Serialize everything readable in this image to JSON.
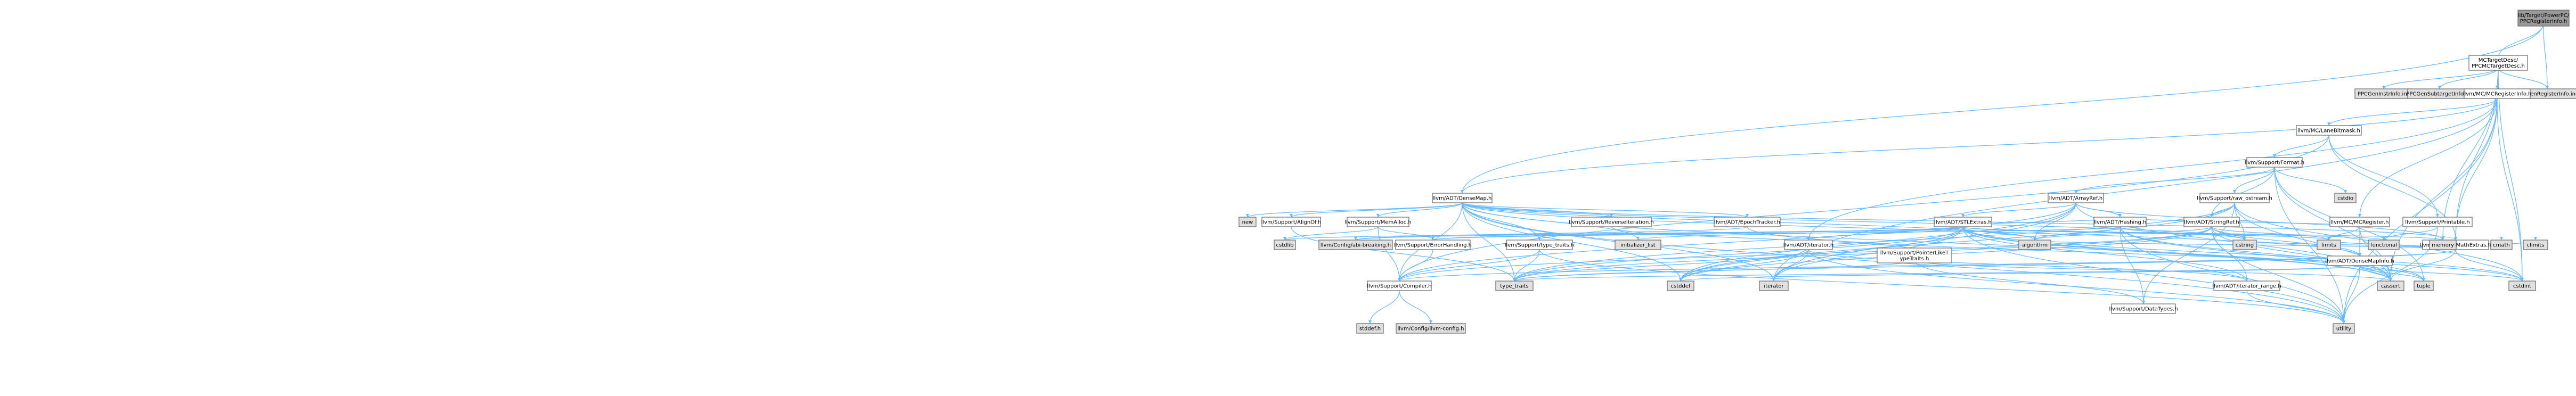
{
  "colors": {
    "root_fill": "#999999",
    "normal_fill": "#ffffff",
    "external_fill": "#e0e0e0",
    "highlighted_border": "#ff0000",
    "edge": "#63b8ff",
    "border": "#666666"
  },
  "nodes": [
    {
      "id": "root",
      "label": "lib/Target/PowerPC/PPCRegisterInfo.h",
      "kind": "root"
    },
    {
      "id": "mctargetdesc",
      "label": "MCTargetDesc/PPCMCTargetDesc.h",
      "kind": "normal"
    },
    {
      "id": "ppcgeninstrinfo",
      "label": "PPCGenInstrInfo.inc",
      "kind": "external"
    },
    {
      "id": "ppcgensubtarget",
      "label": "PPCGenSubtargetInfo.inc",
      "kind": "external"
    },
    {
      "id": "ppcgenregister",
      "label": "PPCGenRegisterInfo.inc",
      "kind": "external"
    },
    {
      "id": "mcregisterinfo",
      "label": "llvm/MC/MCRegisterInfo.h",
      "kind": "normal"
    },
    {
      "id": "lanebitmask",
      "label": "llvm/MC/LaneBitmask.h",
      "kind": "normal"
    },
    {
      "id": "densemap",
      "label": "llvm/ADT/DenseMap.h",
      "kind": "normal"
    },
    {
      "id": "format",
      "label": "llvm/Support/Format.h",
      "kind": "normal"
    },
    {
      "id": "cstdio",
      "label": "cstdio",
      "kind": "external"
    },
    {
      "id": "raw_ostream",
      "label": "llvm/Support/raw_ostream.h",
      "kind": "highlighted"
    },
    {
      "id": "arrayref",
      "label": "llvm/ADT/ArrayRef.h",
      "kind": "highlighted"
    },
    {
      "id": "mcregister",
      "label": "llvm/MC/MCRegister.h",
      "kind": "normal"
    },
    {
      "id": "printable",
      "label": "llvm/Support/Printable.h",
      "kind": "normal"
    },
    {
      "id": "new",
      "label": "new",
      "kind": "external"
    },
    {
      "id": "alignof",
      "label": "llvm/Support/AlignOf.h",
      "kind": "normal"
    },
    {
      "id": "memalloc",
      "label": "llvm/Support/MemAlloc.h",
      "kind": "normal"
    },
    {
      "id": "reverseiteration",
      "label": "llvm/Support/ReverseIteration.h",
      "kind": "normal"
    },
    {
      "id": "epochtracker",
      "label": "llvm/ADT/EpochTracker.h",
      "kind": "normal"
    },
    {
      "id": "stlextras",
      "label": "llvm/ADT/STLExtras.h",
      "kind": "highlighted"
    },
    {
      "id": "hashing",
      "label": "llvm/ADT/Hashing.h",
      "kind": "highlighted"
    },
    {
      "id": "stringref",
      "label": "llvm/ADT/StringRef.h",
      "kind": "highlighted"
    },
    {
      "id": "mathextras",
      "label": "llvm/Support/MathExtras.h",
      "kind": "normal"
    },
    {
      "id": "cstdlib",
      "label": "cstdlib",
      "kind": "external"
    },
    {
      "id": "configurable",
      "label": "llvm/Config/abi-breaking.h",
      "kind": "external"
    },
    {
      "id": "errorhandling",
      "label": "llvm/Support/ErrorHandling.h",
      "kind": "normal"
    },
    {
      "id": "typetraits",
      "label": "llvm/Support/type_traits.h",
      "kind": "normal"
    },
    {
      "id": "initializer_list",
      "label": "initializer_list",
      "kind": "external"
    },
    {
      "id": "iteratorh",
      "label": "llvm/ADT/iterator.h",
      "kind": "normal"
    },
    {
      "id": "pointerlike",
      "label": "llvm/Support/PointerLikeTypeTraits.h",
      "kind": "normal"
    },
    {
      "id": "algorithm",
      "label": "algorithm",
      "kind": "external"
    },
    {
      "id": "cstring",
      "label": "cstring",
      "kind": "external"
    },
    {
      "id": "limits",
      "label": "limits",
      "kind": "external"
    },
    {
      "id": "functional",
      "label": "functional",
      "kind": "external"
    },
    {
      "id": "memory",
      "label": "memory",
      "kind": "external"
    },
    {
      "id": "cmath",
      "label": "cmath",
      "kind": "external"
    },
    {
      "id": "climits",
      "label": "climits",
      "kind": "external"
    },
    {
      "id": "densemapinfo",
      "label": "llvm/ADT/DenseMapInfo.h",
      "kind": "normal"
    },
    {
      "id": "compiler",
      "label": "llvm/Support/Compiler.h",
      "kind": "normal"
    },
    {
      "id": "type_traits",
      "label": "type_traits",
      "kind": "external"
    },
    {
      "id": "cstddef",
      "label": "cstddef",
      "kind": "external"
    },
    {
      "id": "iterator",
      "label": "iterator",
      "kind": "external"
    },
    {
      "id": "datatypes",
      "label": "llvm/Support/DataTypes.h",
      "kind": "highlighted"
    },
    {
      "id": "iterator_range",
      "label": "llvm/ADT/iterator_range.h",
      "kind": "normal"
    },
    {
      "id": "cassert",
      "label": "cassert",
      "kind": "external"
    },
    {
      "id": "tuple",
      "label": "tuple",
      "kind": "external"
    },
    {
      "id": "cstdint",
      "label": "cstdint",
      "kind": "external"
    },
    {
      "id": "utility",
      "label": "utility",
      "kind": "external"
    },
    {
      "id": "stddef",
      "label": "stddef.h",
      "kind": "external"
    },
    {
      "id": "llvmconfig",
      "label": "llvm/Config/llvm-config.h",
      "kind": "external"
    }
  ],
  "edges": [
    [
      "root",
      "mctargetdesc"
    ],
    [
      "root",
      "densemap"
    ],
    [
      "root",
      "ppcgenregister"
    ],
    [
      "mctargetdesc",
      "ppcgeninstrinfo"
    ],
    [
      "mctargetdesc",
      "ppcgensubtarget"
    ],
    [
      "mctargetdesc",
      "ppcgenregister"
    ],
    [
      "mctargetdesc",
      "mcregisterinfo"
    ],
    [
      "mctargetdesc",
      "mathextras"
    ],
    [
      "mctargetdesc",
      "memory"
    ],
    [
      "mctargetdesc",
      "cstdint"
    ],
    [
      "mcregisterinfo",
      "lanebitmask"
    ],
    [
      "mcregisterinfo",
      "densemap"
    ],
    [
      "mcregisterinfo",
      "mcregister"
    ],
    [
      "mcregisterinfo",
      "iteratorh"
    ],
    [
      "mcregisterinfo",
      "mathextras"
    ],
    [
      "mcregisterinfo",
      "cassert"
    ],
    [
      "mcregisterinfo",
      "cstdint"
    ],
    [
      "mcregisterinfo",
      "utility"
    ],
    [
      "mcregisterinfo",
      "iterator"
    ],
    [
      "lanebitmask",
      "compiler"
    ],
    [
      "lanebitmask",
      "format"
    ],
    [
      "lanebitmask",
      "mathextras"
    ],
    [
      "lanebitmask",
      "printable"
    ],
    [
      "format",
      "cstdio"
    ],
    [
      "format",
      "arrayref"
    ],
    [
      "format",
      "stringref"
    ],
    [
      "format",
      "raw_ostream"
    ],
    [
      "format",
      "tuple"
    ],
    [
      "format",
      "utility"
    ],
    [
      "format",
      "cassert"
    ],
    [
      "raw_ostream",
      "stringref"
    ],
    [
      "raw_ostream",
      "datatypes"
    ],
    [
      "raw_ostream",
      "cassert"
    ],
    [
      "raw_ostream",
      "cstddef"
    ],
    [
      "raw_ostream",
      "cstdint"
    ],
    [
      "raw_ostream",
      "cstring"
    ],
    [
      "raw_ostream",
      "type_traits"
    ],
    [
      "arrayref",
      "hashing"
    ],
    [
      "arrayref",
      "stlextras"
    ],
    [
      "arrayref",
      "compiler"
    ],
    [
      "arrayref",
      "algorithm"
    ],
    [
      "arrayref",
      "cassert"
    ],
    [
      "arrayref",
      "cstddef"
    ],
    [
      "arrayref",
      "iterator"
    ],
    [
      "arrayref",
      "memory"
    ],
    [
      "mcregister",
      "densemapinfo"
    ],
    [
      "mcregister",
      "hashing"
    ],
    [
      "mcregister",
      "cassert"
    ],
    [
      "mcregister",
      "limits"
    ],
    [
      "printable",
      "functional"
    ],
    [
      "printable",
      "utility"
    ],
    [
      "densemap",
      "densemapinfo"
    ],
    [
      "densemap",
      "epochtracker"
    ],
    [
      "densemap",
      "alignof"
    ],
    [
      "densemap",
      "compiler"
    ],
    [
      "densemap",
      "mathextras"
    ],
    [
      "densemap",
      "memalloc"
    ],
    [
      "densemap",
      "reverseiteration"
    ],
    [
      "densemap",
      "typetraits"
    ],
    [
      "densemap",
      "algorithm"
    ],
    [
      "densemap",
      "cassert"
    ],
    [
      "densemap",
      "cstddef"
    ],
    [
      "densemap",
      "cstring"
    ],
    [
      "densemap",
      "initializer_list"
    ],
    [
      "densemap",
      "iterator"
    ],
    [
      "densemap",
      "new"
    ],
    [
      "densemap",
      "type_traits"
    ],
    [
      "densemap",
      "utility"
    ],
    [
      "alignof",
      "type_traits"
    ],
    [
      "memalloc",
      "compiler"
    ],
    [
      "memalloc",
      "errorhandling"
    ],
    [
      "memalloc",
      "cstdlib"
    ],
    [
      "reverseiteration",
      "pointerlike"
    ],
    [
      "epochtracker",
      "configurable"
    ],
    [
      "epochtracker",
      "cstdint"
    ],
    [
      "stlextras",
      "hashing"
    ],
    [
      "stlextras",
      "iteratorh"
    ],
    [
      "stlextras",
      "iterator_range"
    ],
    [
      "stlextras",
      "configurable"
    ],
    [
      "stlextras",
      "errorhandling"
    ],
    [
      "stlextras",
      "algorithm"
    ],
    [
      "stlextras",
      "cassert"
    ],
    [
      "stlextras",
      "cstddef"
    ],
    [
      "stlextras",
      "cstdint"
    ],
    [
      "stlextras",
      "cstdlib"
    ],
    [
      "stlextras",
      "functional"
    ],
    [
      "stlextras",
      "initializer_list"
    ],
    [
      "stlextras",
      "iterator"
    ],
    [
      "stlextras",
      "limits"
    ],
    [
      "stlextras",
      "memory"
    ],
    [
      "stlextras",
      "optional"
    ],
    [
      "stlextras",
      "tuple"
    ],
    [
      "stlextras",
      "type_traits"
    ],
    [
      "stlextras",
      "utility"
    ],
    [
      "hashing",
      "errorhandling"
    ],
    [
      "hashing",
      "datatypes"
    ],
    [
      "hashing",
      "algorithm"
    ],
    [
      "hashing",
      "cassert"
    ],
    [
      "hashing",
      "cstring"
    ],
    [
      "hashing",
      "string"
    ],
    [
      "hashing",
      "tuple"
    ],
    [
      "hashing",
      "utility"
    ],
    [
      "stringref",
      "densemapinfo"
    ],
    [
      "stringref",
      "iterator_range"
    ],
    [
      "stringref",
      "compiler"
    ],
    [
      "stringref",
      "algorithm"
    ],
    [
      "stringref",
      "cassert"
    ],
    [
      "stringref",
      "cstddef"
    ],
    [
      "stringref",
      "cstring"
    ],
    [
      "stringref",
      "limits"
    ],
    [
      "stringref",
      "type_traits"
    ],
    [
      "stringref",
      "utility"
    ],
    [
      "mathextras",
      "compiler"
    ],
    [
      "mathextras",
      "algorithm"
    ],
    [
      "mathextras",
      "cassert"
    ],
    [
      "mathextras",
      "climits"
    ],
    [
      "mathextras",
      "cmath"
    ],
    [
      "mathextras",
      "cstdint"
    ],
    [
      "mathextras",
      "cstring"
    ],
    [
      "mathextras",
      "limits"
    ],
    [
      "mathextras",
      "type_traits"
    ],
    [
      "errorhandling",
      "compiler"
    ],
    [
      "typetraits",
      "compiler"
    ],
    [
      "typetraits",
      "type_traits"
    ],
    [
      "typetraits",
      "utility"
    ],
    [
      "iteratorh",
      "iterator_range"
    ],
    [
      "iteratorh",
      "cstddef"
    ],
    [
      "iteratorh",
      "iterator"
    ],
    [
      "iteratorh",
      "type_traits"
    ],
    [
      "iteratorh",
      "utility"
    ],
    [
      "pointerlike",
      "datatypes"
    ],
    [
      "pointerlike",
      "cassert"
    ],
    [
      "pointerlike",
      "type_traits"
    ],
    [
      "densemapinfo",
      "cassert"
    ],
    [
      "densemapinfo",
      "cstddef"
    ],
    [
      "densemapinfo",
      "cstdint"
    ],
    [
      "densemapinfo",
      "tuple"
    ],
    [
      "densemapinfo",
      "type_traits"
    ],
    [
      "densemapinfo",
      "utility"
    ],
    [
      "iterator_range",
      "utility"
    ],
    [
      "compiler",
      "stddef"
    ],
    [
      "compiler",
      "llvmconfig"
    ]
  ]
}
